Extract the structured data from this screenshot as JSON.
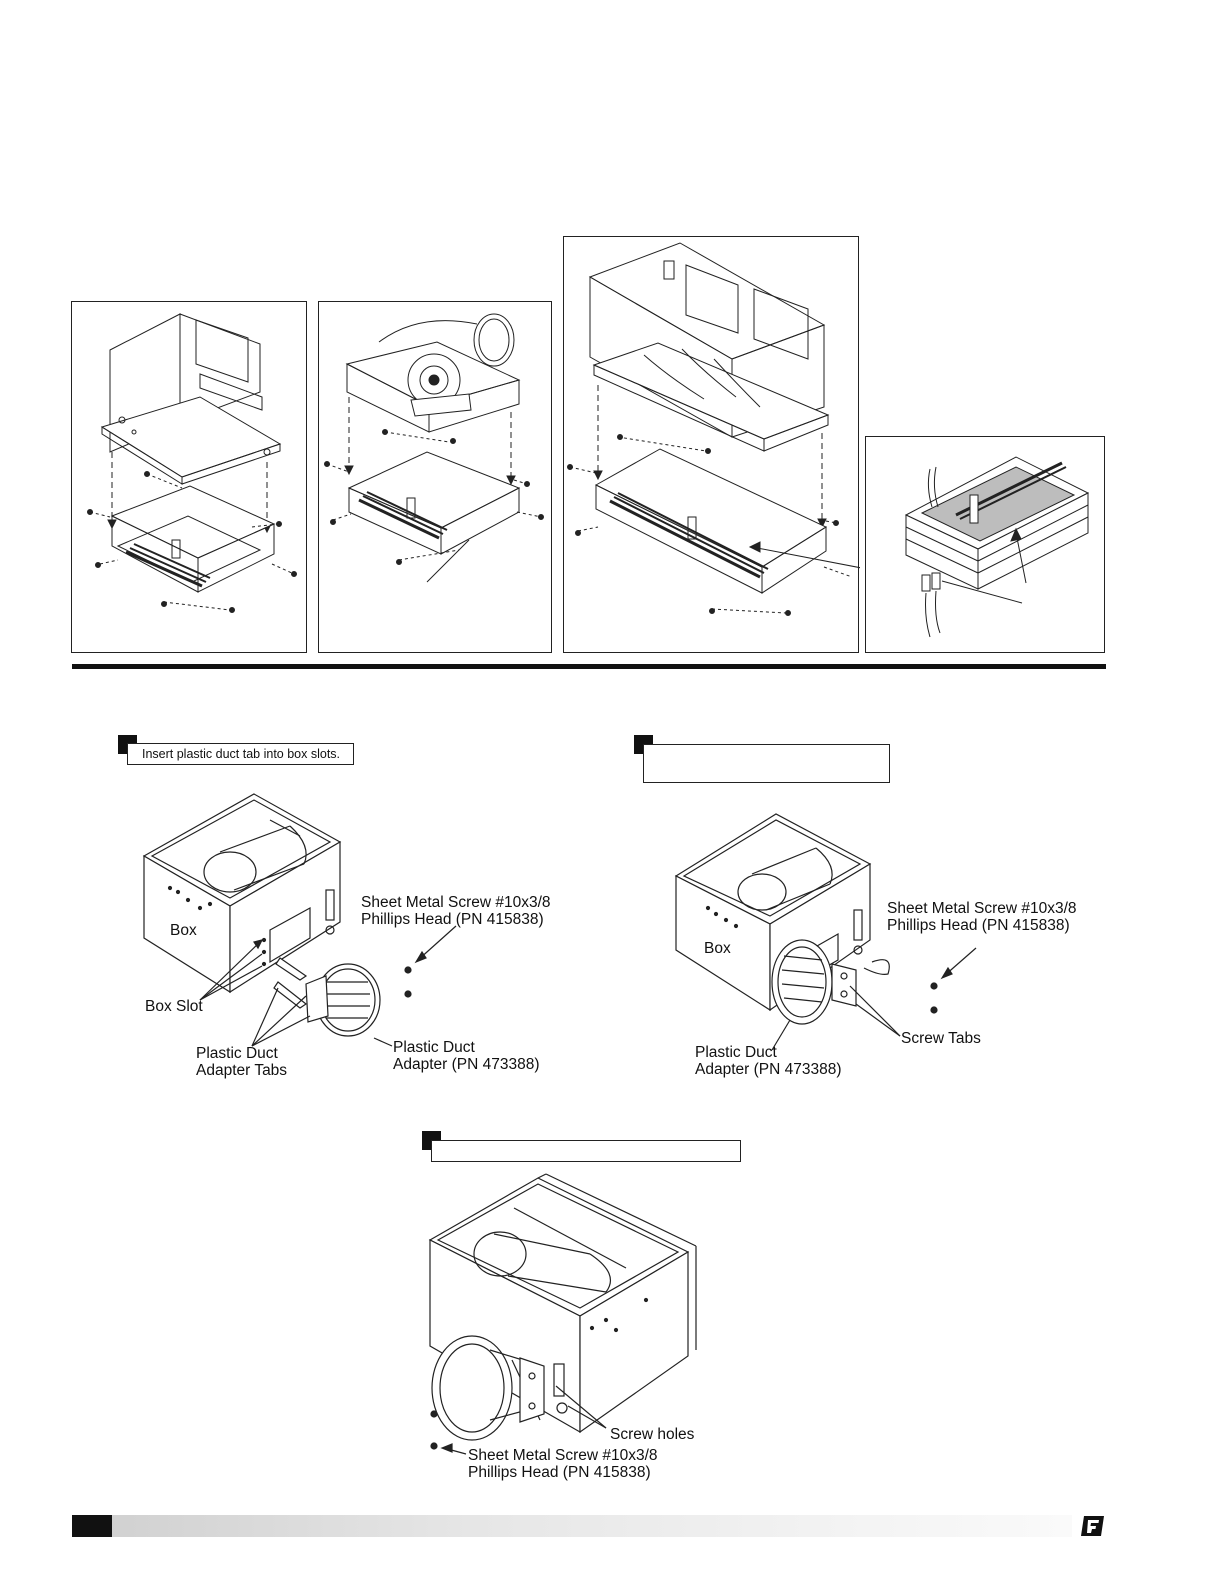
{
  "steps": {
    "step1": {
      "text": "Insert plastic duct tab into  box slots."
    },
    "step2": {
      "text": ""
    },
    "step3": {
      "text": ""
    }
  },
  "figure1": {
    "box": "Box",
    "box_slot": "Box Slot",
    "tabs_line1": "Plastic Duct",
    "tabs_line2": "Adapter Tabs",
    "screw_line1": "Sheet Metal Screw #10x3/8",
    "screw_line2": "Phillips Head (PN 415838)",
    "adapter_line1": "Plastic Duct",
    "adapter_line2": "Adapter (PN 473388)"
  },
  "figure2": {
    "box": "Box",
    "screw_line1": "Sheet Metal Screw #10x3/8",
    "screw_line2": "Phillips Head (PN 415838)",
    "screw_tabs": "Screw Tabs",
    "adapter_line1": "Plastic Duct",
    "adapter_line2": "Adapter (PN 473388)"
  },
  "figure3": {
    "screw_holes": "Screw holes",
    "screw_line1": "Sheet Metal Screw #10x3/8",
    "screw_line2": "Phillips Head (PN 415838)"
  }
}
